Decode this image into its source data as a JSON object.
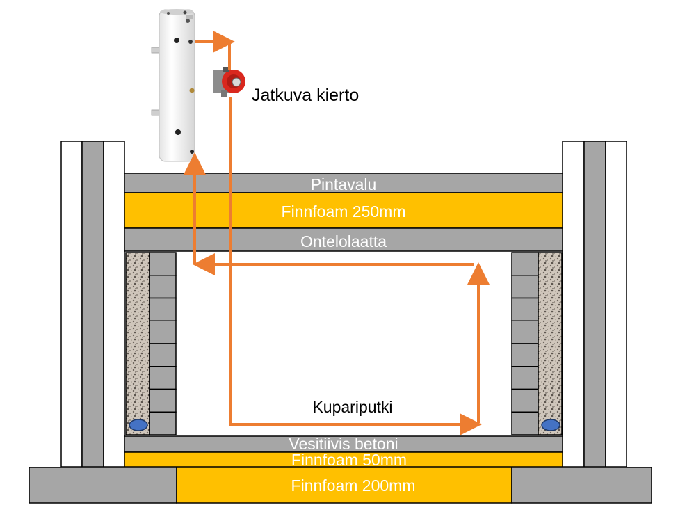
{
  "colors": {
    "concrete": "#a6a6a6",
    "insulation": "#ffc000",
    "pipe": "#ed7d31",
    "outline": "#000000",
    "drain": "#4472c4",
    "gravel": "#c9bfb3",
    "tank": "#f7f7f7",
    "pump": "#d9281e"
  },
  "icons": {
    "tank": "hot-water-tank-icon",
    "pump": "circulation-pump-icon"
  },
  "labels": {
    "pump": "Jatkuva kierto",
    "top_screed": "Pintavalu",
    "top_insulation": "Finnfoam 250mm",
    "hollow_slab": "Ontelolaatta",
    "pipe": "Kupariputki",
    "waterproof_concrete": "Vesitiivis betoni",
    "floor_insulation": "Finnfoam 50mm",
    "base_insulation": "Finnfoam  200mm"
  }
}
